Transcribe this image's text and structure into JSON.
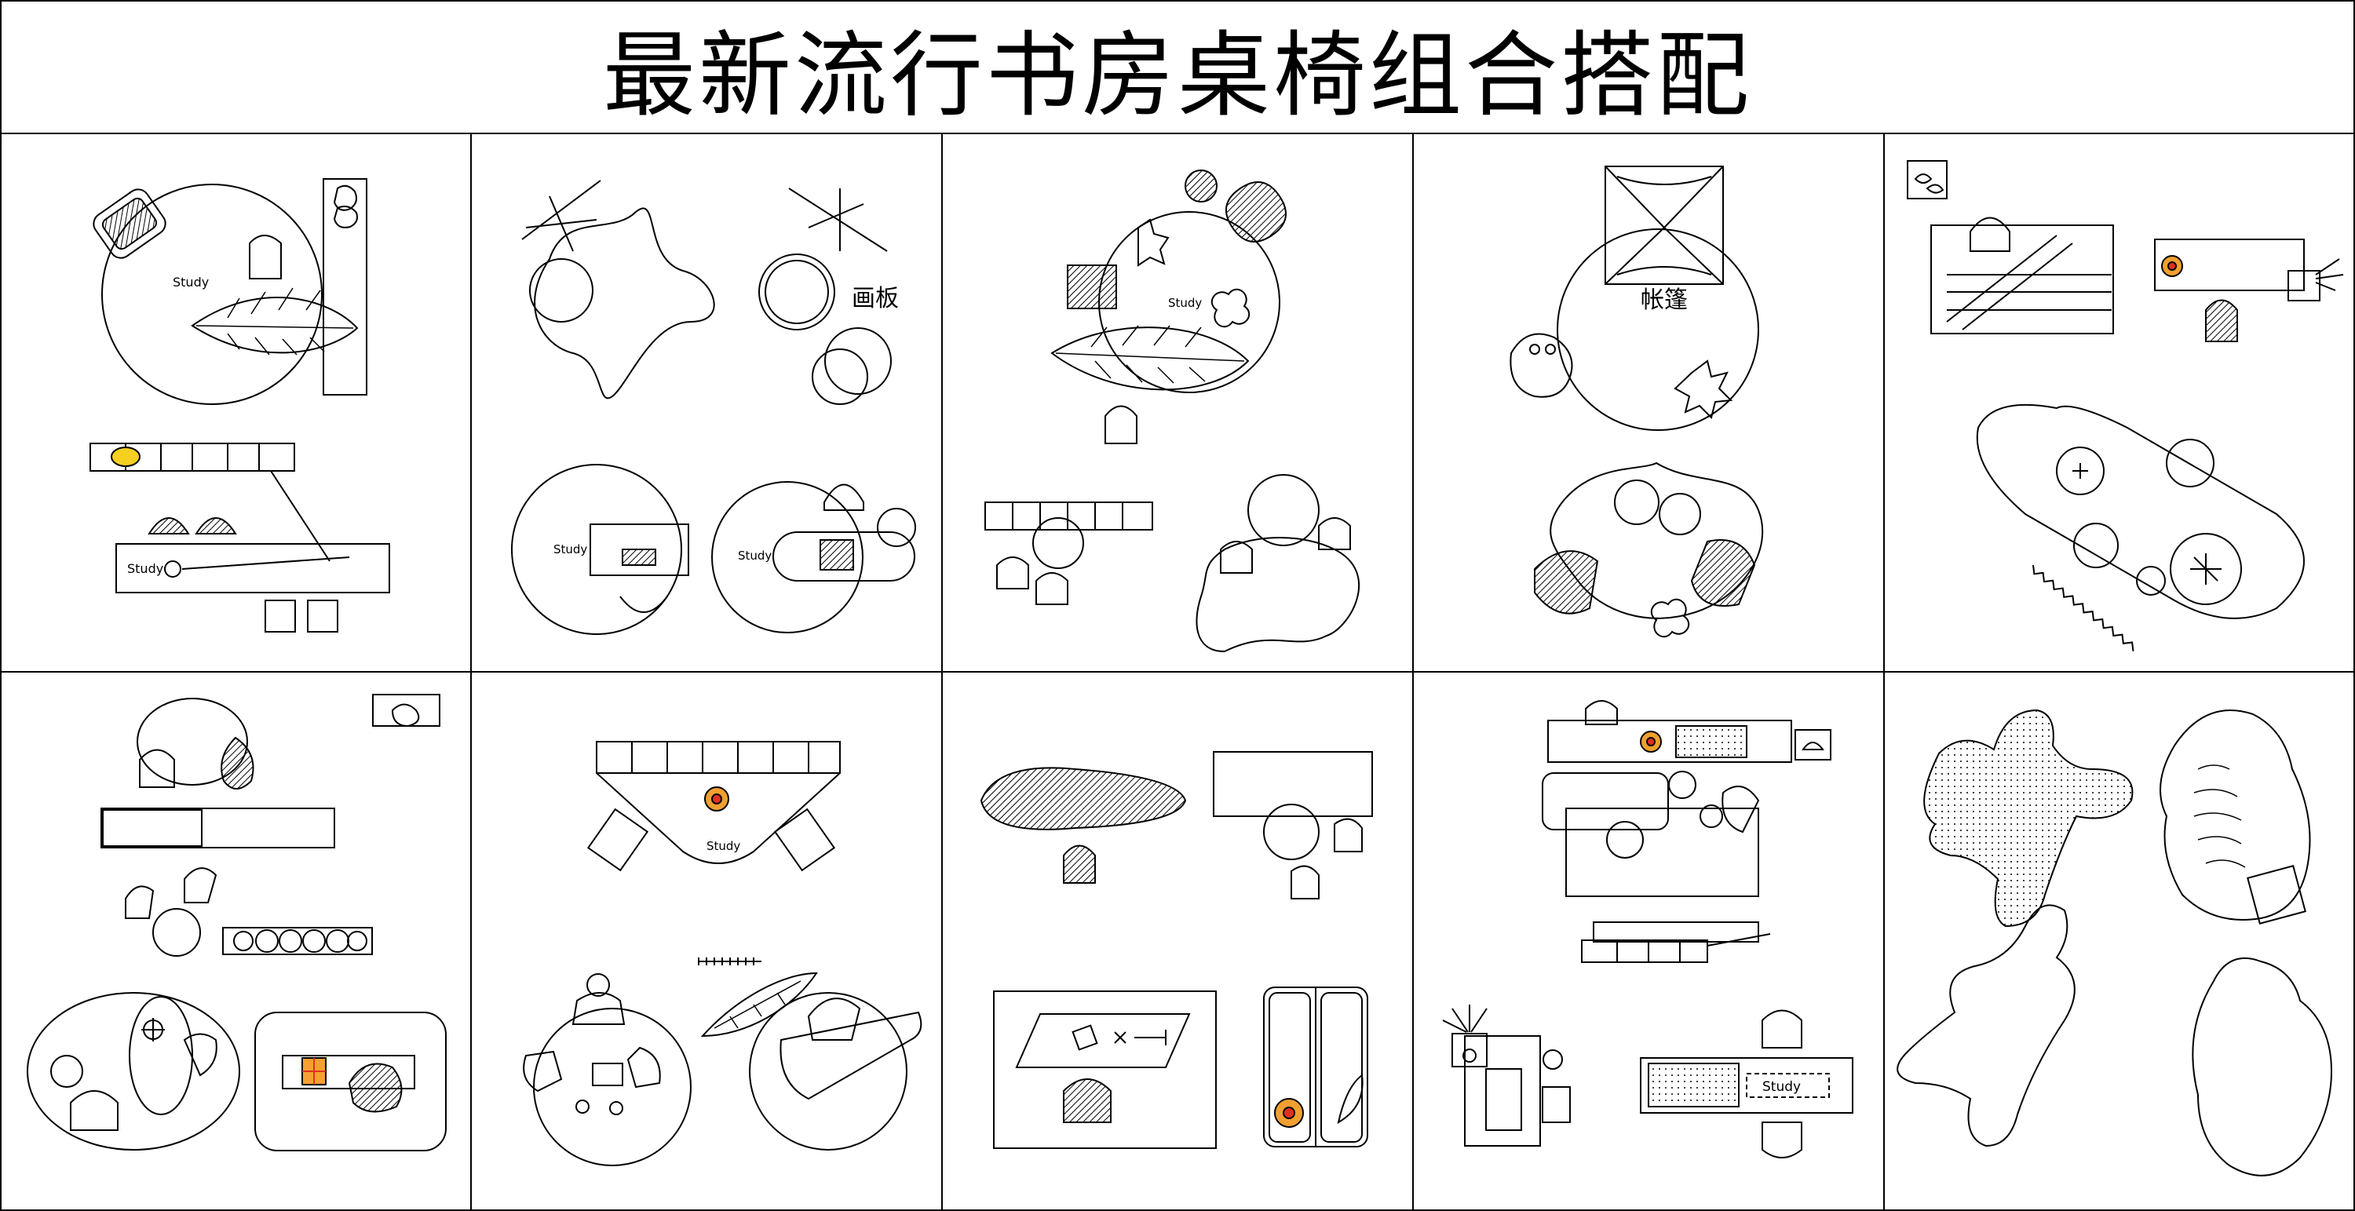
{
  "title": "最新流行书房桌椅组合搭配",
  "labels": {
    "study": "Study",
    "huaban": "画板",
    "zhangpeng": "帐篷"
  },
  "colors": {
    "line": "#000000",
    "background": "#ffffff",
    "accent_red": "#e03020",
    "accent_orange": "#f0a030",
    "accent_yellow": "#f5d020"
  },
  "cells": [
    {
      "name": "cell-1",
      "row": 1,
      "col": 1
    },
    {
      "name": "cell-2",
      "row": 1,
      "col": 2
    },
    {
      "name": "cell-3",
      "row": 1,
      "col": 3
    },
    {
      "name": "cell-4",
      "row": 1,
      "col": 4
    },
    {
      "name": "cell-5",
      "row": 1,
      "col": 5
    },
    {
      "name": "cell-6",
      "row": 2,
      "col": 1
    },
    {
      "name": "cell-7",
      "row": 2,
      "col": 2
    },
    {
      "name": "cell-8",
      "row": 2,
      "col": 3
    },
    {
      "name": "cell-9",
      "row": 2,
      "col": 4
    },
    {
      "name": "cell-10",
      "row": 2,
      "col": 5
    }
  ]
}
